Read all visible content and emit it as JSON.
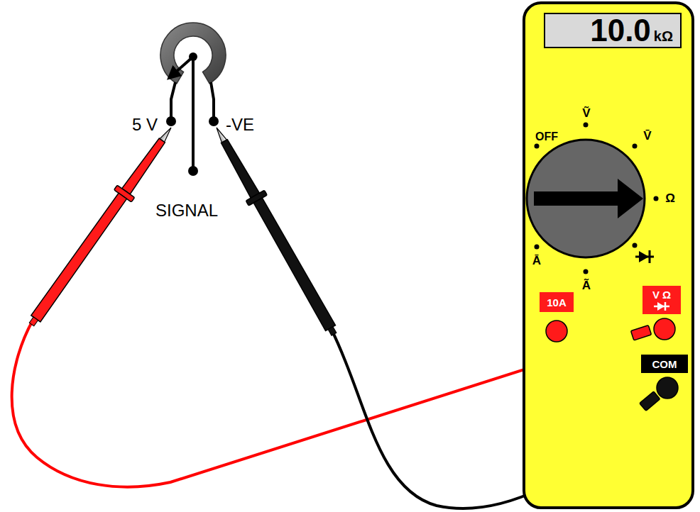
{
  "diagram": {
    "nodes": [
      {
        "text": [
          "10.0",
          "kΩ"
        ]
      },
      {
        "text": [
          "10A"
        ]
      },
      {
        "text": [
          "V Ω"
        ]
      },
      {
        "text": [
          "COM"
        ]
      }
    ],
    "labels": [
      "5 V",
      "-VE",
      "SIGNAL",
      "OFF",
      "Ṽ",
      "V̄",
      "Ω",
      "Ā",
      "Ã"
    ]
  }
}
